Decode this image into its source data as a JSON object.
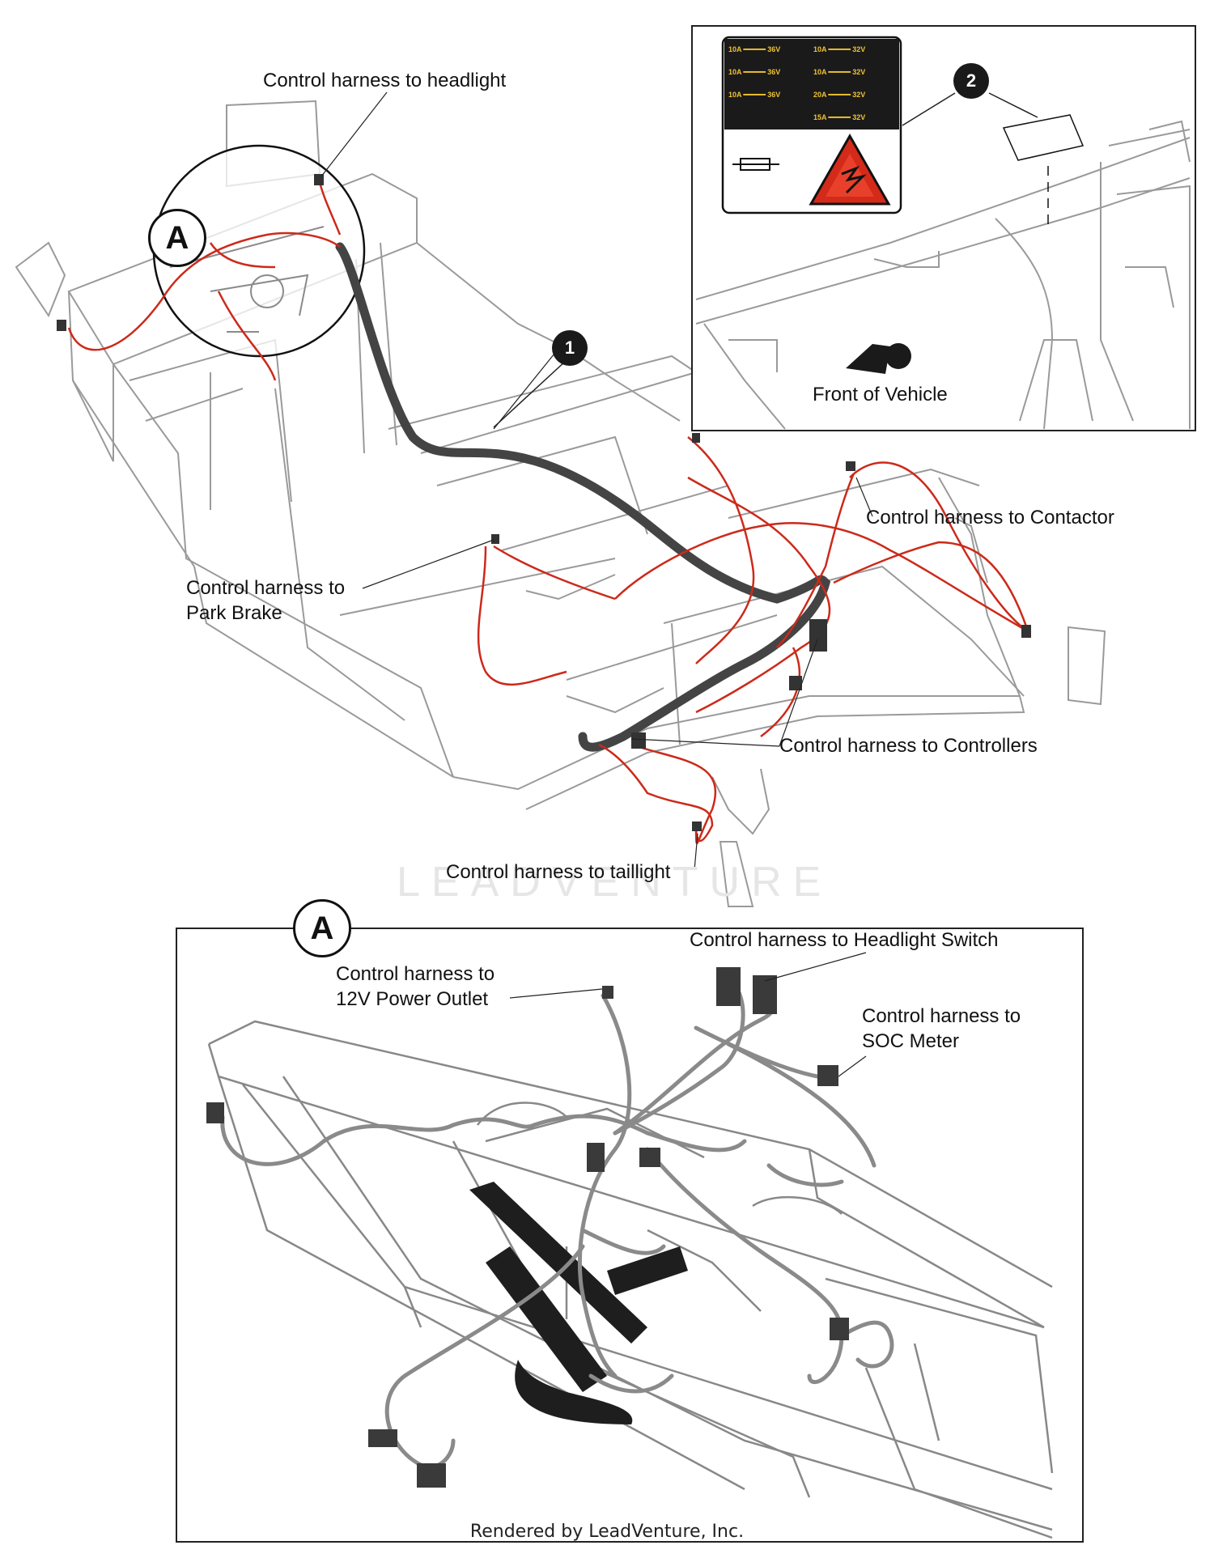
{
  "labels": {
    "headlight": "Control harness to headlight",
    "contactor": "Control harness to Contactor",
    "park_brake_line1": "Control harness to",
    "park_brake_line2": "Park Brake",
    "controllers": "Control harness to Controllers",
    "taillight": "Control harness to taillight",
    "front_of_vehicle": "Front of Vehicle",
    "headlight_switch": "Control harness to Headlight Switch",
    "power_outlet_line1": "Control harness to",
    "power_outlet_line2": "12V Power Outlet",
    "soc_meter_line1": "Control harness to",
    "soc_meter_line2": "SOC Meter"
  },
  "callouts": {
    "one": "1",
    "two": "2"
  },
  "detail": {
    "top_letter": "A",
    "bottom_letter": "A"
  },
  "fuse_label": {
    "rows": [
      {
        "left": "10A ━━━━━ 36V",
        "right": "10A ━━━━━ 32V"
      },
      {
        "left": "10A ━━━━━ 36V",
        "right": "10A ━━━━━ 32V"
      },
      {
        "left": "10A ━━━━━ 36V",
        "right": "20A ━━━━━ 32V"
      },
      {
        "left": "",
        "right": "15A ━━━━━ 32V"
      }
    ]
  },
  "watermark": "LEADVENTURE",
  "footer": "Rendered by LeadVenture, Inc.",
  "colors": {
    "wire_red": "#cc2a1a",
    "harness": "#444444",
    "frame": "#9a9a9a"
  },
  "icons": [
    "fuse-icon",
    "electrical-hazard-icon",
    "front-arrow-icon"
  ]
}
